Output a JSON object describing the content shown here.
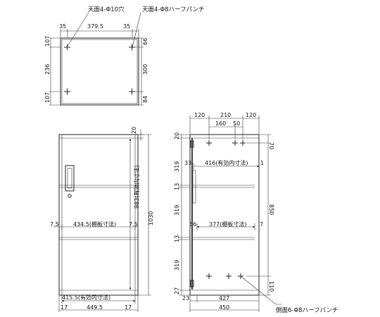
{
  "top_view": {
    "note_holes": "天面4-Φ10穴",
    "note_half_punch": "天面4-Φ8ハーフパンチ",
    "dims": {
      "left_35": "35",
      "width_379_5": "379.5",
      "right_35": "35",
      "left_107_top": "107",
      "left_236": "236",
      "left_107_bottom": "107",
      "right_66": "66",
      "right_300": "300",
      "right_84": "84"
    }
  },
  "front_view": {
    "dims": {
      "top_20": "20",
      "inner_height": "983(有効内寸法)",
      "total_height": "1030",
      "left_7_5": "7.5",
      "shelf_width": "434.5(棚板寸法)",
      "right_7_5": "7.5",
      "inner_width": "415.5(有効内寸法)",
      "bottom_17_left": "17",
      "total_width": "449.5",
      "bottom_17_right": "17"
    }
  },
  "side_view": {
    "note_side_half_punch": "側面6-Φ8ハーフパンチ",
    "dims": {
      "top_120_left": "120",
      "top_210": "210",
      "top_120_right": "120",
      "top_160": "160",
      "top_50": "50",
      "left_20": "20",
      "left_319_a": "319",
      "left_13_a": "13",
      "left_319_b": "319",
      "left_13_b": "13",
      "left_319_c": "319",
      "left_27": "27",
      "right_70": "70",
      "right_850": "850",
      "right_110": "110",
      "inner_33": "33",
      "inner_depth": "416(有効内寸法)",
      "inner_1": "1",
      "shelf_66": "66",
      "shelf_depth": "377(棚板寸法)",
      "shelf_7": "7",
      "bottom_23": "23",
      "bottom_427": "427",
      "total_depth": "450"
    }
  }
}
